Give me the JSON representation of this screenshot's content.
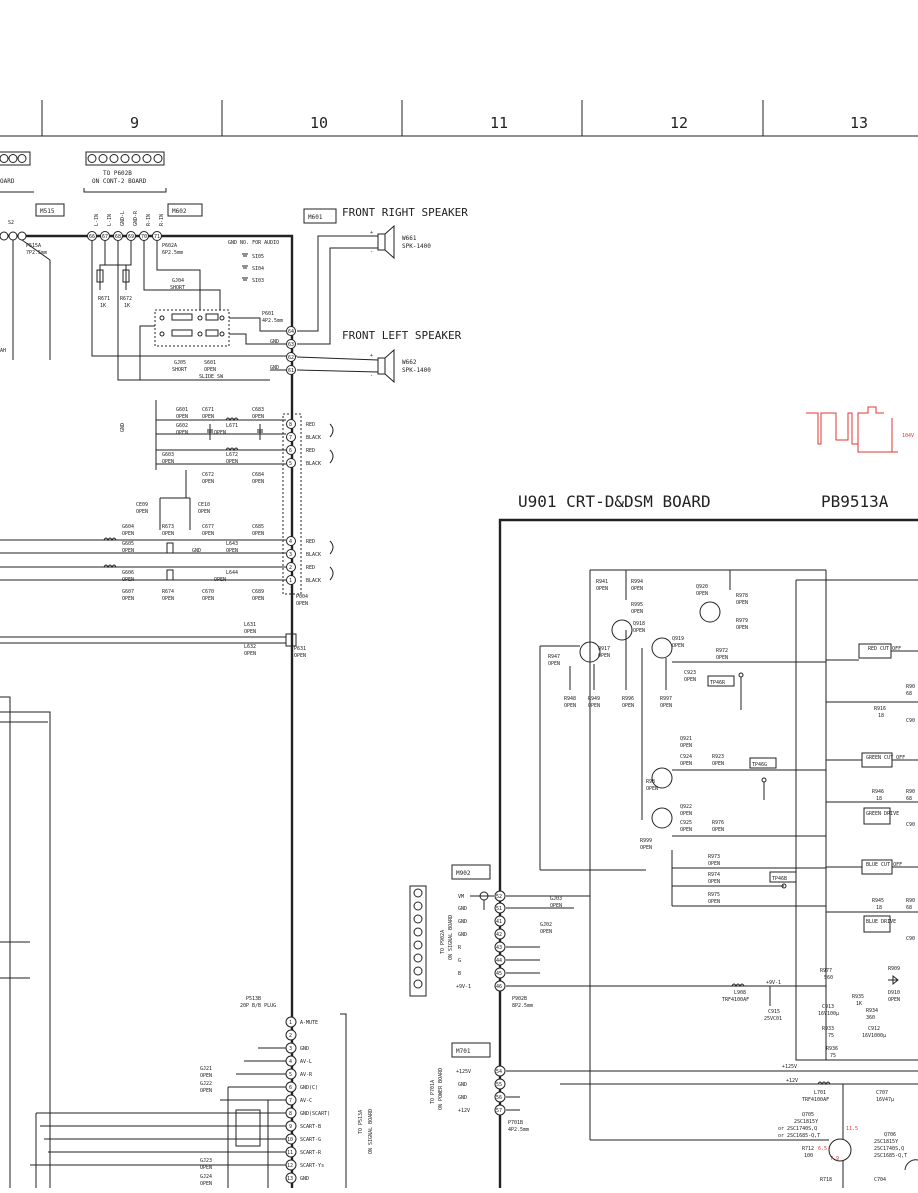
{
  "grid": {
    "columns": [
      "9",
      "10",
      "11",
      "12",
      "13"
    ]
  },
  "boards": {
    "title_left": "U901 CRT-D&DSM BOARD",
    "title_right": "PB9513A"
  },
  "modules": {
    "m515": "M515",
    "m602": "M602",
    "m601": "M601",
    "m902": "M902",
    "m701": "M701"
  },
  "speakers": {
    "front_right": {
      "title": "FRONT RIGHT SPEAKER",
      "ref": "W661",
      "model": "SPK-1400"
    },
    "front_left": {
      "title": "FRONT LEFT SPEAKER",
      "ref": "W662",
      "model": "SPK-1400"
    }
  },
  "connectors": {
    "p602b_to": "TO P602B",
    "p602b_on": "ON CONT-2 BOARD",
    "p515a": "P515A",
    "p515a_spec": "7P2.5mm",
    "p602a": "P602A",
    "p602a_spec": "6P2.5mm",
    "p601": "P601",
    "p601_spec": "4P2.5mm",
    "p004": "P004",
    "p004_spec": "OPEN",
    "p631": "P631",
    "p631_spec": "OPEN",
    "p513b": "P513B",
    "p513b_spec": "20P B/B PLUG",
    "p902b": "P902B",
    "p902b_spec": "8P2.5mm",
    "p701b": "P701B",
    "p701b_spec": "4P2.5mm",
    "p902a_to": "TO P902A",
    "p902a_on": "ON SIGNAL BOARD",
    "p701a_to": "TO P701A",
    "p701a_on": "ON POWER BOARD",
    "p513a_to": "TO P513A",
    "p513a_on": "ON SIGNAL BOARD"
  },
  "partial_texts": {
    "t1": "OARD",
    "t2": "S2",
    "t3": "AH"
  },
  "gnd_notes": {
    "title": "GND NO. FOR AUDIO",
    "s1": "SI05",
    "s2": "SI04",
    "s3": "SI03"
  },
  "p602a_pins": [
    {
      "num": "66",
      "sig": "L-IN"
    },
    {
      "num": "67",
      "sig": "L-IN"
    },
    {
      "num": "68",
      "sig": "GND-L"
    },
    {
      "num": "69",
      "sig": "GND-R"
    },
    {
      "num": "70",
      "sig": "R-IN"
    },
    {
      "num": "71",
      "sig": "R-IN"
    }
  ],
  "p601_pins": [
    "64",
    "63",
    "62",
    "61"
  ],
  "p004_pins": [
    "8",
    "7",
    "6",
    "5",
    "4",
    "3",
    "2",
    "1"
  ],
  "p004_labels": [
    "RED",
    "BLACK",
    "RED",
    "BLACK",
    "RED",
    "BLACK",
    "RED",
    "BLACK"
  ],
  "p513b_pins": [
    {
      "num": "1",
      "sig": "A-MUTE"
    },
    {
      "num": "2",
      "sig": ""
    },
    {
      "num": "3",
      "sig": "GND"
    },
    {
      "num": "4",
      "sig": "AV-L"
    },
    {
      "num": "5",
      "sig": "AV-R"
    },
    {
      "num": "6",
      "sig": "GND(C)"
    },
    {
      "num": "7",
      "sig": "AV-C"
    },
    {
      "num": "8",
      "sig": "GND(SCART)"
    },
    {
      "num": "9",
      "sig": "SCART-B"
    },
    {
      "num": "10",
      "sig": "SCART-G"
    },
    {
      "num": "11",
      "sig": "SCART-R"
    },
    {
      "num": "12",
      "sig": "SCART-Ys"
    },
    {
      "num": "13",
      "sig": "GND"
    }
  ],
  "p902b_pins": [
    {
      "num": "52",
      "sig": "VM"
    },
    {
      "num": "51",
      "sig": "GND"
    },
    {
      "num": "41",
      "sig": "GND"
    },
    {
      "num": "42",
      "sig": "GND"
    },
    {
      "num": "43",
      "sig": "R"
    },
    {
      "num": "44",
      "sig": "G"
    },
    {
      "num": "45",
      "sig": "B"
    },
    {
      "num": "46",
      "sig": "+9V-1"
    }
  ],
  "p701b_pins": [
    {
      "num": "54",
      "sig": "+125V"
    },
    {
      "num": "55",
      "sig": "GND"
    },
    {
      "num": "56",
      "sig": "GND"
    },
    {
      "num": "57",
      "sig": "+12V"
    }
  ],
  "components": {
    "r671": "R671",
    "r671v": "1K",
    "r672": "R672",
    "r672v": "1K",
    "gj04": "GJ04",
    "gj04v": "SHORT",
    "gj05": "GJ05",
    "gj05v": "SHORT",
    "s601": "S601",
    "s601v": "OPEN",
    "s601t": "SLIDE SW",
    "g601": "G601",
    "g602": "G602",
    "g603": "G603",
    "g604": "G604",
    "g605": "G605",
    "g606": "G606",
    "g607": "G607",
    "c671": "C671",
    "c672": "C672",
    "c677": "C677",
    "c670": "C670",
    "c683": "C683",
    "c684": "C684",
    "c685": "C685",
    "c689": "C689",
    "l671": "L671",
    "l672": "L672",
    "l643": "L643",
    "l644": "L644",
    "ce09": "CE09",
    "ce10": "CE10",
    "r673": "R673",
    "r674": "R674",
    "l631": "L631",
    "l632": "L632",
    "open": "OPEN",
    "gnd": "GND",
    "gj21": "GJ21",
    "gj22": "GJ22",
    "gj23": "GJ23",
    "gj24": "GJ24",
    "gj02": "GJ02",
    "gj03": "GJ03",
    "r941": "R941",
    "r994": "R994",
    "r995": "R995",
    "r947": "R947",
    "r948": "R948",
    "r949": "R949",
    "r996": "R996",
    "r997": "R997",
    "q917": "Q917",
    "q918": "Q918",
    "q919": "Q919",
    "q920": "Q920",
    "q921": "Q921",
    "q922": "Q922",
    "r978": "R978",
    "r979": "R979",
    "r972": "R972",
    "c923": "C923",
    "c924": "C924",
    "c925": "C925",
    "r923": "R923",
    "r976": "R976",
    "r98x": "R98",
    "r999": "R999",
    "r973": "R973",
    "r974": "R974",
    "r975": "R975",
    "tp46r": "TP46R",
    "tp46g": "TP46G",
    "tp46b": "TP46B",
    "red_cut": "RED CUT OFF",
    "green_cut": "GREEN CUT OFF",
    "blue_cut": "BLUE CUT OFF",
    "green_drive": "GREEN DRIVE",
    "blue_drive": "BLUE DRIVE",
    "r916": "R916",
    "r916v": "18",
    "r946": "R946",
    "r946v": "18",
    "r945": "R945",
    "r945v": "18",
    "r90x": "R90",
    "v68": "68",
    "c90x": "C90",
    "r977": "R977",
    "r977v": "560",
    "r935": "R935",
    "r935v": "1K",
    "r934": "R934",
    "r934v": "360",
    "r933": "R933",
    "r933v": "75",
    "r936": "R936",
    "r936v": "75",
    "c913": "C913",
    "c913v": "16V100µ",
    "c912": "C912",
    "c912v": "16V1000µ",
    "c915": "C915",
    "c915v": "25VC01",
    "l908": "L908",
    "l908v": "TRF4100AF",
    "r909": "R909",
    "d910": "D910",
    "l701": "L701",
    "l701v": "TRF4100AF",
    "c707": "C707",
    "c707v": "16V47µ",
    "q705": "Q705",
    "q705v": "2SC1815Y",
    "q705a": "or 2SC1740S,Q",
    "q705b": "or 2SC1685-Q,T",
    "q706": "Q706",
    "q706v": "2SC1815Y",
    "q706a": "2SC1740S,Q",
    "q706b": "2SC1685-Q,T",
    "r712": "R712",
    "r712v": "100",
    "r718": "R718",
    "c704": "C704",
    "v9": "+9V-1",
    "v125": "+125V",
    "v12": "+12V",
    "n115": "11.5",
    "n65": "6.5",
    "n79": "7.9",
    "wave": "104V"
  }
}
